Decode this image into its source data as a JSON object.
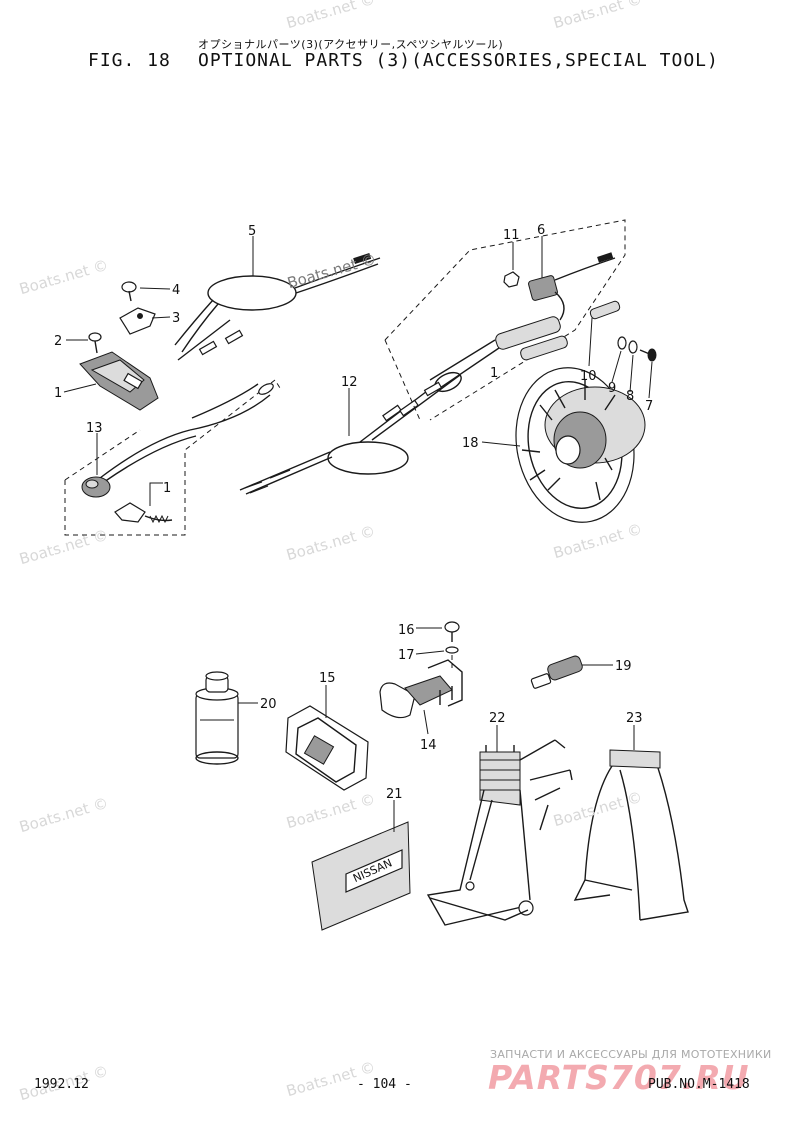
{
  "header": {
    "jp_title": "オプショナルパーツ(3)(アクセサリー,スペツシヤルツール)",
    "fig_label": "FIG. 18",
    "title": "OPTIONAL PARTS (3)(ACCESSORIES,SPECIAL TOOL)"
  },
  "footer": {
    "date": "1992.12",
    "page": "- 104 -",
    "pub": "PUB.NO.M-1418"
  },
  "watermark": {
    "text": "Boats.net ©"
  },
  "shop": {
    "tagline": "ЗАПЧАСТИ И АКСЕССУАРЫ ДЛЯ МОТОТЕХНИКИ",
    "logo": "PARTS707.RU"
  },
  "decal_text": "NISSAN",
  "callouts": [
    "1",
    "2",
    "3",
    "4",
    "5",
    "6",
    "7",
    "8",
    "9",
    "10",
    "11",
    "12",
    "13",
    "1",
    "1",
    "18",
    "14",
    "15",
    "16",
    "17",
    "19",
    "20",
    "21",
    "22",
    "23"
  ]
}
